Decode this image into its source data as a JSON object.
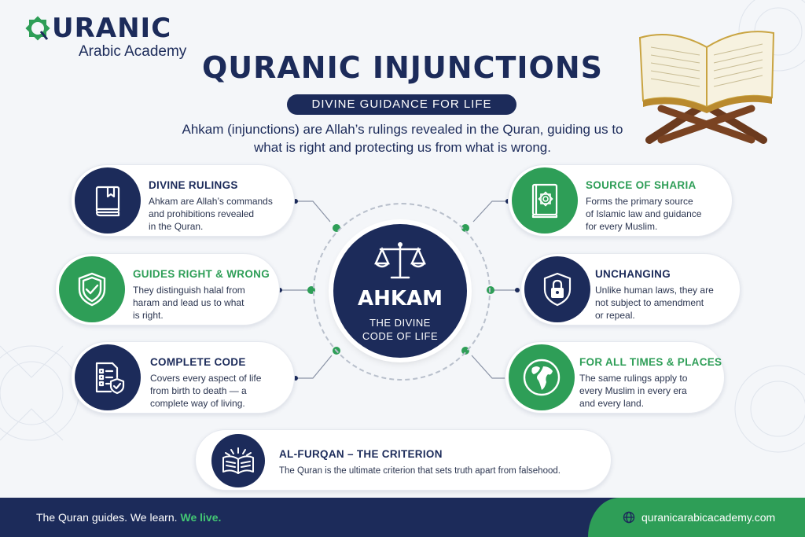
{
  "brand": {
    "word": "URANIC",
    "subtitle": "Arabic Academy"
  },
  "title": "QURANIC INJUNCTIONS",
  "subtitle": "DIVINE GUIDANCE FOR LIFE",
  "intro": "Ahkam (injunctions) are Allah’s rulings revealed in the Quran, guiding us to what is right and protecting us from what is wrong.",
  "center": {
    "word": "AHKAM",
    "line1": "THE DIVINE",
    "line2": "CODE OF LIFE"
  },
  "cards": [
    {
      "title": "DIVINE RULINGS",
      "text": [
        "Ahkam are Allah’s commands",
        "and prohibitions revealed",
        "in the Quran."
      ],
      "icon": "book-icon"
    },
    {
      "title": "GUIDES RIGHT & WRONG",
      "text": [
        "They distinguish halal from",
        "haram and lead us to what",
        "is right."
      ],
      "icon": "shield-check-icon"
    },
    {
      "title": "COMPLETE CODE",
      "text": [
        "Covers every aspect of life",
        "from birth to death — a",
        "complete way of living."
      ],
      "icon": "checklist-icon"
    },
    {
      "title": "SOURCE OF SHARIA",
      "text": [
        "Forms the primary source",
        "of Islamic law and guidance",
        "for every Muslim."
      ],
      "icon": "quran-icon"
    },
    {
      "title": "UNCHANGING",
      "text": [
        "Unlike human laws, they are",
        "not subject to amendment",
        "or repeal."
      ],
      "icon": "lock-icon"
    },
    {
      "title": "FOR ALL TIMES & PLACES",
      "text": [
        "The same rulings apply to",
        "every Muslim in every era",
        "and every land."
      ],
      "icon": "globe-icon"
    }
  ],
  "furqan": {
    "title": "AL-FURQAN – THE CRITERION",
    "text": "The Quran is the ultimate criterion that sets truth apart from falsehood."
  },
  "footer": {
    "slogan": "The Quran guides. We learn.",
    "slogan_accent": "We live.",
    "url": "quranicarabicacademy.com"
  },
  "colors": {
    "navy": "#1c2b5a",
    "green": "#2e9e57",
    "background": "#f4f6f9"
  }
}
